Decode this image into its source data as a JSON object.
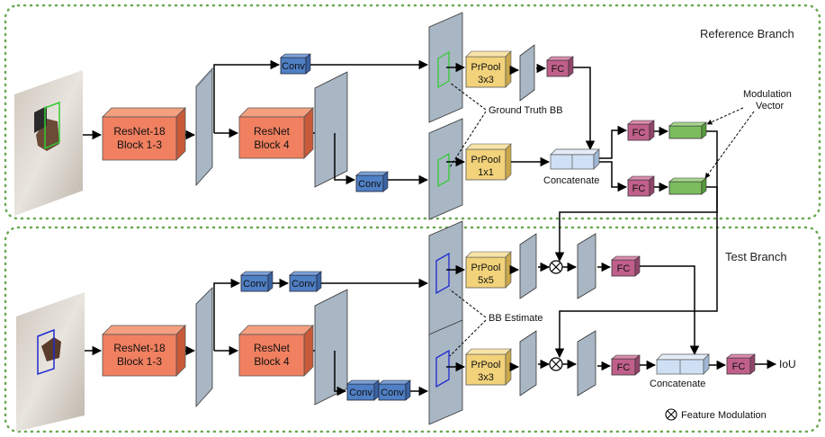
{
  "branches": {
    "reference": "Reference Branch",
    "test": "Test Branch"
  },
  "blocks": {
    "resnet13_line1": "ResNet-18",
    "resnet13_line2": "Block 1-3",
    "resnet4_line1": "ResNet",
    "resnet4_line2": "Block 4",
    "conv": "Conv",
    "fc": "FC",
    "prpool": "PrPool",
    "size_3x3": "3x3",
    "size_1x1": "1x1",
    "size_5x5": "5x5"
  },
  "annotations": {
    "ground_truth": "Ground Truth BB",
    "bb_estimate": "BB Estimate",
    "concatenate": "Concatenate",
    "modulation_line1": "Modulation",
    "modulation_line2": "Vector",
    "iou": "IoU",
    "feature_modulation": "Feature Modulation"
  },
  "colors": {
    "resnet": "#f08060",
    "conv": "#4f7fc4",
    "prpool": "#f2d27a",
    "fc": "#c0608a",
    "modvec": "#7cbc5e",
    "feature": "#a9b6c4",
    "gt_box": "#33cc33",
    "bb_box": "#1f2bd0",
    "border": "#6aa84f"
  }
}
